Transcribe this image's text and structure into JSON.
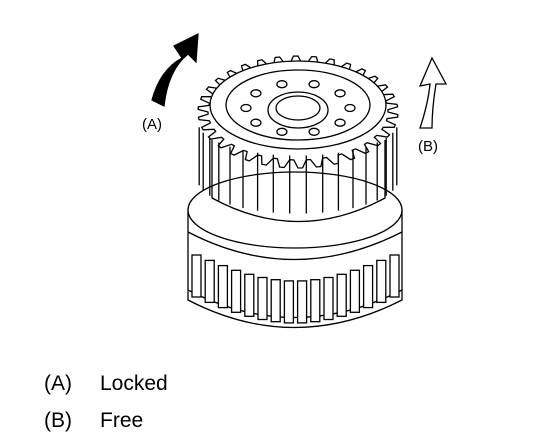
{
  "diagram": {
    "callouts": {
      "a": "(A)",
      "b": "(B)"
    },
    "arrows": {
      "a": "solid",
      "b": "outline"
    },
    "colors": {
      "line": "#000000",
      "fill": "#ffffff",
      "arrow_a": "#000000"
    }
  },
  "legend": [
    {
      "key": "(A)",
      "text": "Locked"
    },
    {
      "key": "(B)",
      "text": "Free"
    }
  ]
}
